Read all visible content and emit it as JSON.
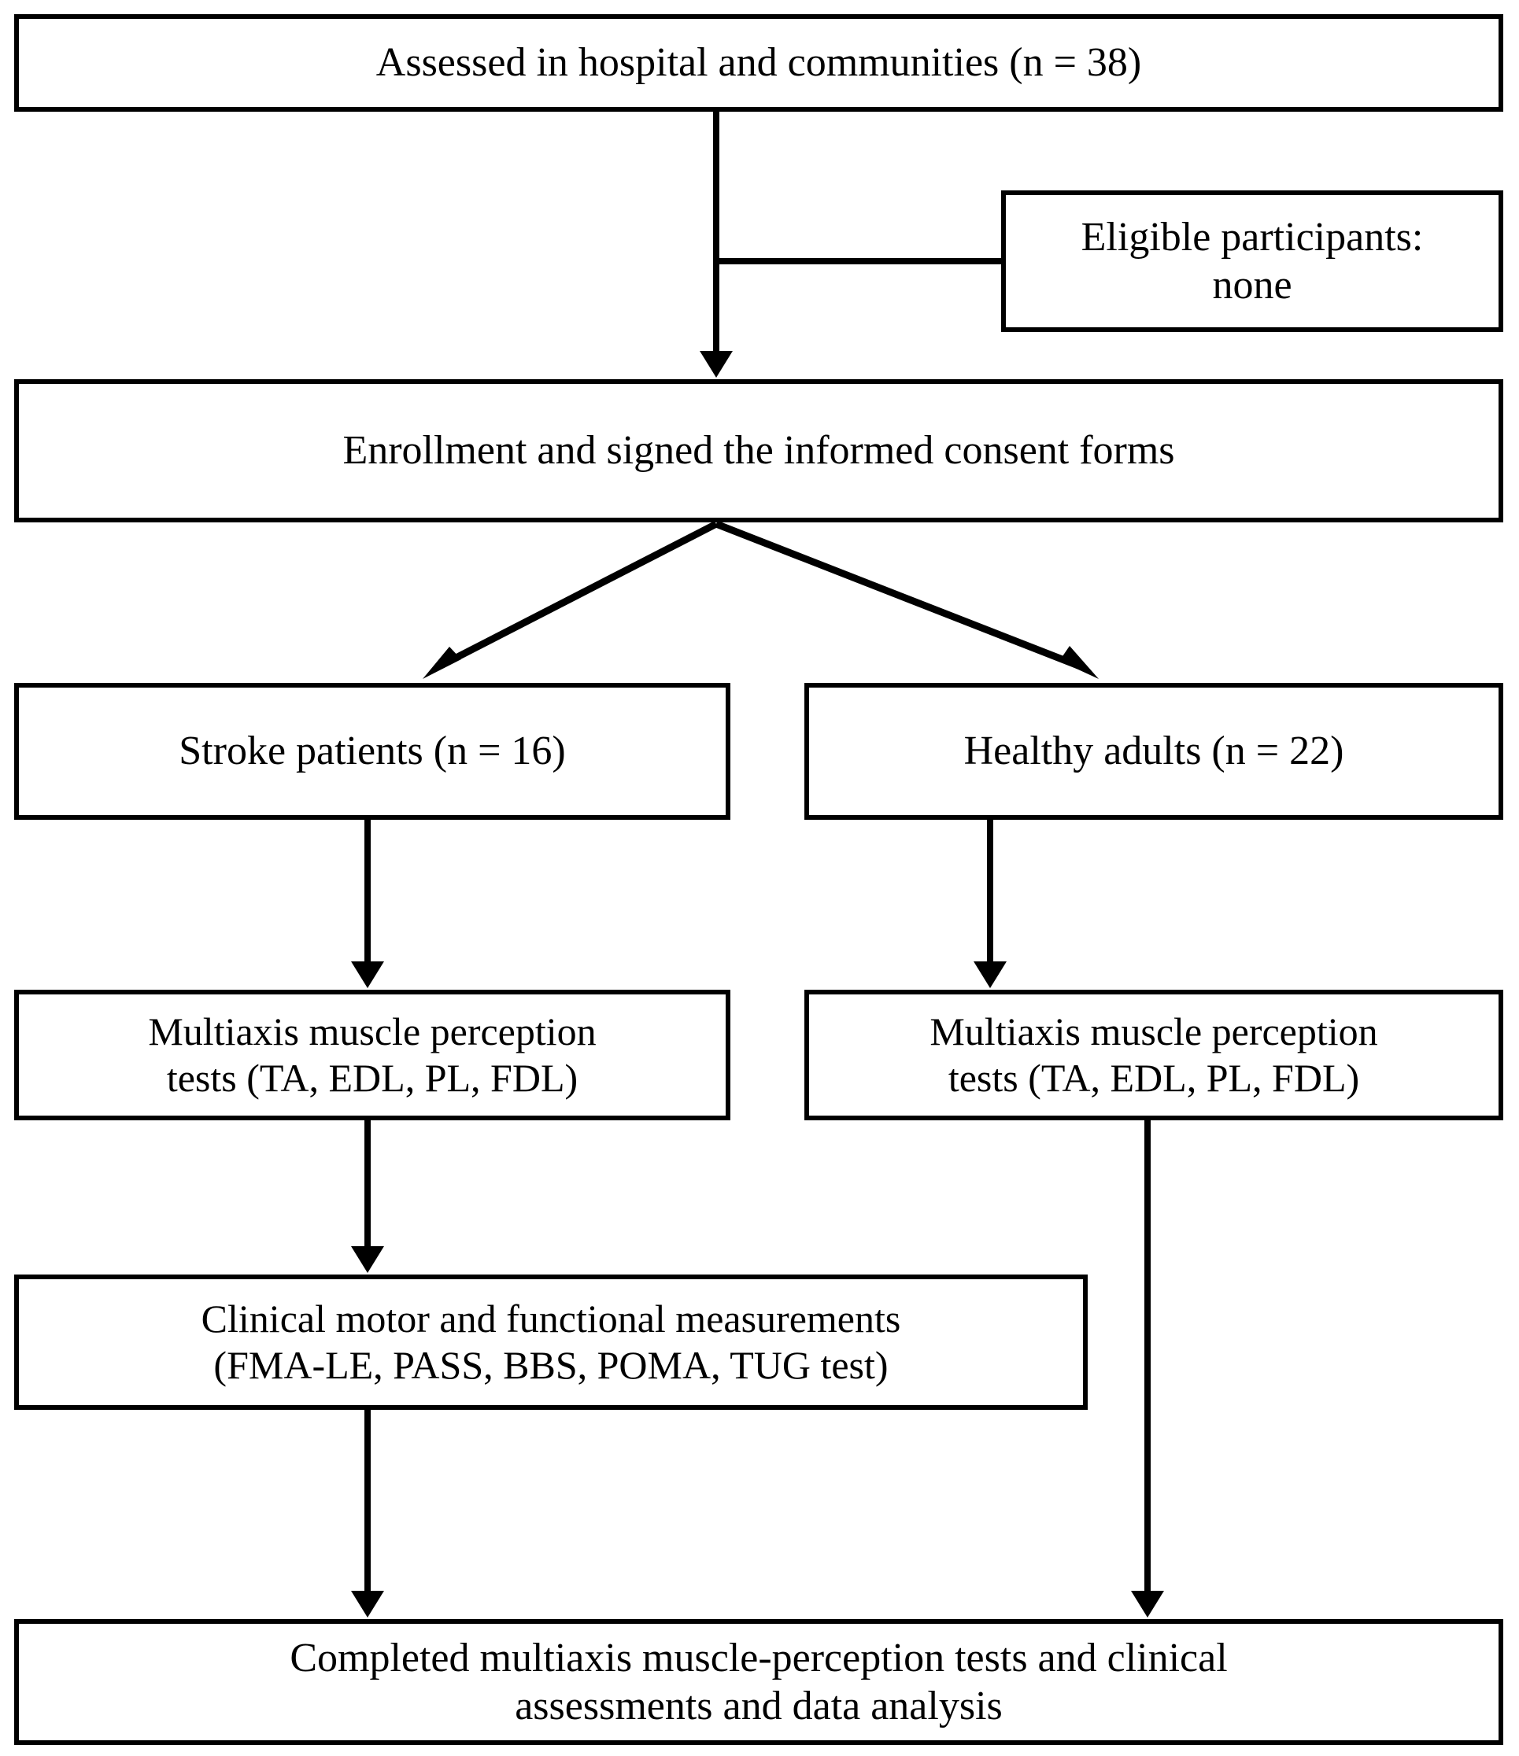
{
  "diagram": {
    "title": "Participant enrollment and assessment flowchart",
    "type": "flowchart",
    "orientation": "top-to-bottom",
    "colors": {
      "stroke": "#000000",
      "fill": "#ffffff",
      "text": "#000000"
    },
    "nodes": [
      {
        "id": "assessed",
        "label": "Assessed in hospital and communities (n = 38)",
        "count": 38
      },
      {
        "id": "eligible",
        "label": "Eligible participants:\nnone",
        "count": 0
      },
      {
        "id": "enrollment",
        "label": "Enrollment and signed the informed consent forms"
      },
      {
        "id": "stroke",
        "label": "Stroke patients (n = 16)",
        "count": 16
      },
      {
        "id": "healthy",
        "label": "Healthy adults (n = 22)",
        "count": 22
      },
      {
        "id": "tests_left",
        "label": "Multiaxis muscle perception\ntests (TA, EDL, PL, FDL)"
      },
      {
        "id": "tests_right",
        "label": "Multiaxis muscle perception\ntests (TA, EDL, PL, FDL)"
      },
      {
        "id": "clinical",
        "label": "Clinical motor and functional measurements\n(FMA-LE, PASS, BBS, POMA, TUG test)"
      },
      {
        "id": "completed",
        "label": "Completed multiaxis muscle-perception tests and clinical\nassessments and data analysis"
      }
    ],
    "edges": [
      {
        "id": "e1",
        "from": "assessed",
        "to": "enrollment",
        "kind": "arrow-down"
      },
      {
        "id": "e2",
        "from": "assessed",
        "to": "eligible",
        "kind": "branch-right"
      },
      {
        "id": "e3",
        "from": "enrollment",
        "to": "stroke",
        "kind": "diagonal-arrow-left"
      },
      {
        "id": "e4",
        "from": "enrollment",
        "to": "healthy",
        "kind": "diagonal-arrow-right"
      },
      {
        "id": "e5",
        "from": "stroke",
        "to": "tests_left",
        "kind": "arrow-down"
      },
      {
        "id": "e6",
        "from": "healthy",
        "to": "tests_right",
        "kind": "arrow-down"
      },
      {
        "id": "e7",
        "from": "tests_left",
        "to": "clinical",
        "kind": "arrow-down"
      },
      {
        "id": "e8",
        "from": "clinical",
        "to": "completed",
        "kind": "arrow-down"
      },
      {
        "id": "e9",
        "from": "tests_right",
        "to": "completed",
        "kind": "arrow-down"
      }
    ]
  }
}
